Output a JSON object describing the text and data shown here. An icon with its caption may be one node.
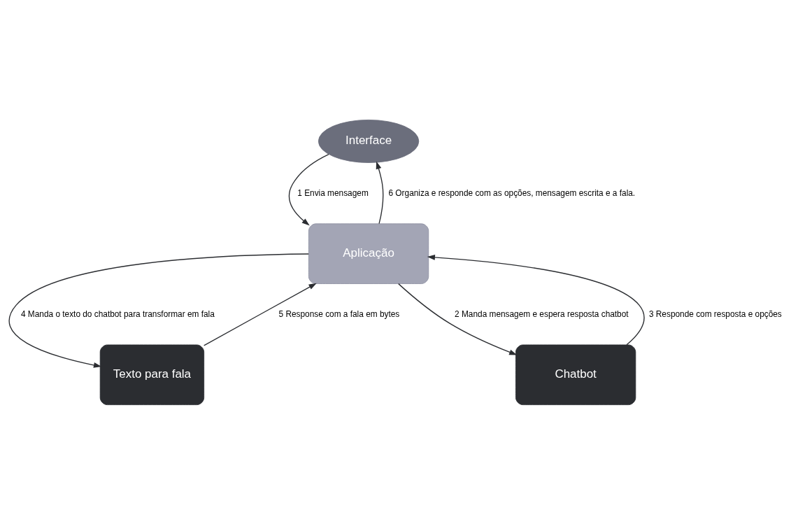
{
  "diagram": {
    "nodes": [
      {
        "text": [
          "Interface"
        ]
      },
      {
        "text": [
          "Aplicação"
        ]
      },
      {
        "text": [
          "Texto para fala"
        ]
      },
      {
        "text": [
          "Chatbot"
        ]
      }
    ],
    "edges": [
      {
        "from": 0,
        "to": 1,
        "arrow": "to",
        "label": "1 Envia mensagem"
      },
      {
        "from": 1,
        "to": 3,
        "arrow": "to",
        "label": "2 Manda mensagem e espera resposta chatbot"
      },
      {
        "from": 3,
        "to": 1,
        "arrow": "to",
        "label": "3 Responde com resposta e opções"
      },
      {
        "from": 1,
        "to": 2,
        "arrow": "to",
        "label": "4 Manda o texto do chatbot para transformar em fala"
      },
      {
        "from": 2,
        "to": 1,
        "arrow": "to",
        "label": "5 Response com a fala em bytes"
      },
      {
        "from": 1,
        "to": 0,
        "arrow": "to",
        "label": "6 Organiza e responde com as opções, mensagem escrita e a fala."
      }
    ]
  }
}
